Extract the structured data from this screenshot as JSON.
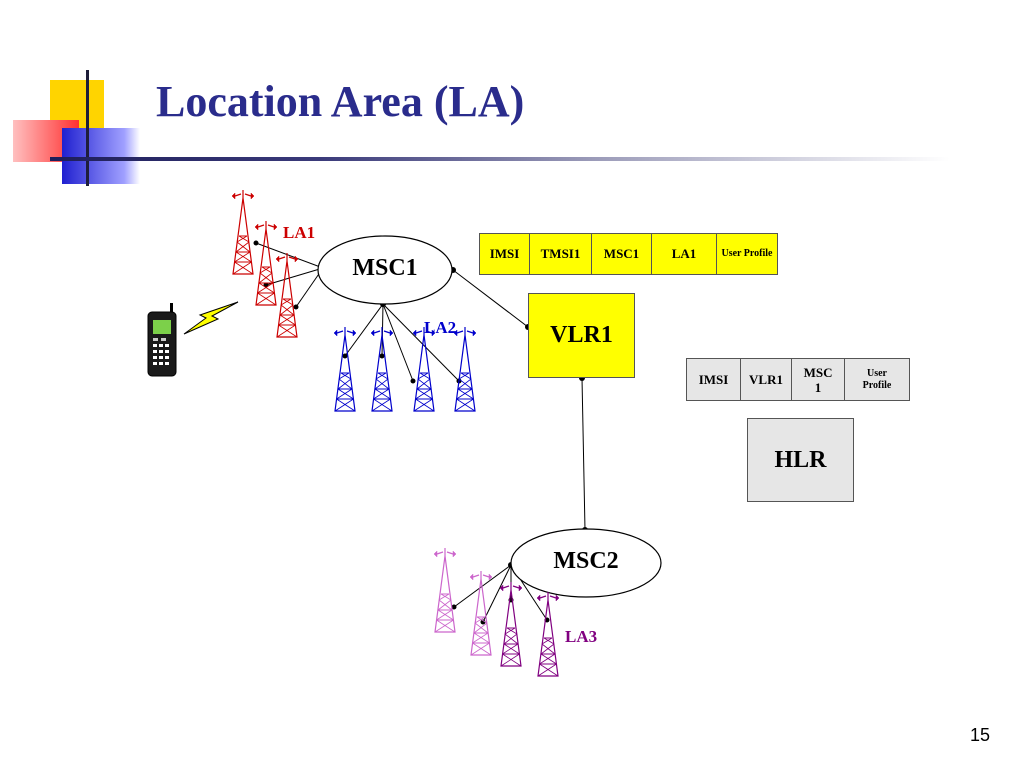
{
  "slide": {
    "title": "Location Area (LA)",
    "page_number": "15"
  },
  "colors": {
    "title": "#2a2c8c",
    "la1": "#cc0000",
    "la2": "#0000cc",
    "la3": "#800080",
    "vlr_fill": "#ffff00",
    "hlr_fill": "#e6e6e6"
  },
  "labels": {
    "la1": "LA1",
    "la2": "LA2",
    "la3": "LA3"
  },
  "nodes": {
    "msc1": "MSC1",
    "msc2": "MSC2",
    "vlr1": "VLR1",
    "hlr": "HLR"
  },
  "vlr_record": [
    "IMSI",
    "TMSI1",
    "MSC1",
    "LA1",
    "User Profile"
  ],
  "hlr_record": [
    "IMSI",
    "VLR1",
    "MSC 1",
    "User Profile"
  ],
  "icons": [
    "mobile-phone-icon",
    "lightning-icon",
    "cell-tower-icon"
  ]
}
